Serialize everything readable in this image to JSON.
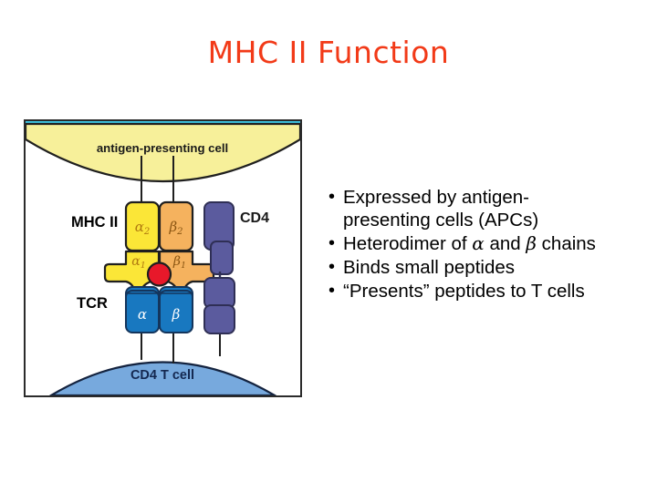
{
  "slide": {
    "title": "MHC II Function",
    "title_color": "#f23a18",
    "background": "#ffffff"
  },
  "figure": {
    "frame_border_color": "#2b2b2b",
    "top_strip_color": "#3ec8e6",
    "apc": {
      "label": "antigen-presenting cell",
      "fill": "#f7f09a",
      "text_color": "#1a1a1a"
    },
    "tcell": {
      "label": "CD4  T cell",
      "fill": "#77a9dd",
      "text_color": "#142850"
    },
    "labels": {
      "mhc": "MHC II",
      "tcr": "TCR",
      "cd4": "CD4"
    },
    "mhc_domains": [
      {
        "name": "alpha2",
        "label": "α2",
        "fill": "#fbe637",
        "text_color": "#b07a10"
      },
      {
        "name": "beta2",
        "label": "β2",
        "fill": "#f5b25e",
        "text_color": "#8a5512"
      },
      {
        "name": "alpha1",
        "label": "α1",
        "fill": "#fbe637",
        "text_color": "#b07a10"
      },
      {
        "name": "beta1",
        "label": "β1",
        "fill": "#f5b25e",
        "text_color": "#8a5512"
      }
    ],
    "tcr_domains": [
      {
        "name": "tcr-alpha",
        "label": "α",
        "fill": "#1878c0",
        "text_color": "#ffffff"
      },
      {
        "name": "tcr-beta",
        "label": "β",
        "fill": "#1878c0",
        "text_color": "#ffffff"
      }
    ],
    "cd4_fill": "#5b5b9e",
    "peptide": {
      "name": "peptide",
      "fill": "#e8182a"
    }
  },
  "bullets": [
    {
      "marker": "•",
      "pre": "Expressed by antigen-\npresenting cells (APCs)",
      "greek1": "",
      "mid": "",
      "greek2": "",
      "post": ""
    },
    {
      "marker": "•",
      "pre": "Heterodimer of ",
      "greek1": "α",
      "mid": " and ",
      "greek2": "β",
      "post": " chains"
    },
    {
      "marker": "•",
      "pre": "Binds small peptides",
      "greek1": "",
      "mid": "",
      "greek2": "",
      "post": ""
    },
    {
      "marker": "•",
      "pre": "“Presents” peptides to T cells",
      "greek1": "",
      "mid": "",
      "greek2": "",
      "post": ""
    }
  ]
}
